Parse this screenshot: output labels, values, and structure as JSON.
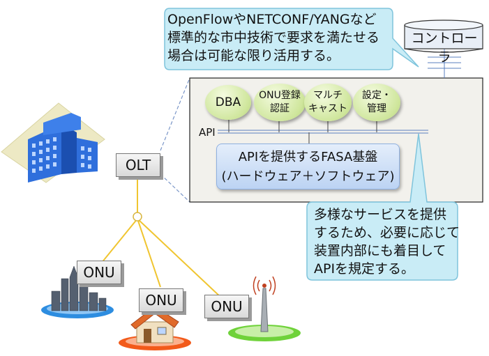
{
  "callout_top": [
    "OpenFlowやNETCONF/YANGなど",
    "標準的な市中技術で要求を満たせる",
    "場合は可能な限り活用する。"
  ],
  "controller": "コントローラ",
  "functions": {
    "dba": "DBA",
    "onu_auth": [
      "ONU登録",
      "認証"
    ],
    "multicast": [
      "マルチ",
      "キャスト"
    ],
    "config": [
      "設定・",
      "管理"
    ]
  },
  "api_label": "API",
  "fasa": [
    "APIを提供するFASA基盤",
    "(ハードウェア＋ソフトウェア)"
  ],
  "callout_bottom": [
    "多様なサービスを提供",
    "するため、必要に応じて",
    "装置内部にも着目して",
    "APIを規定する。"
  ],
  "olt": "OLT",
  "onu_labels": [
    "ONU",
    "ONU",
    "ONU"
  ]
}
